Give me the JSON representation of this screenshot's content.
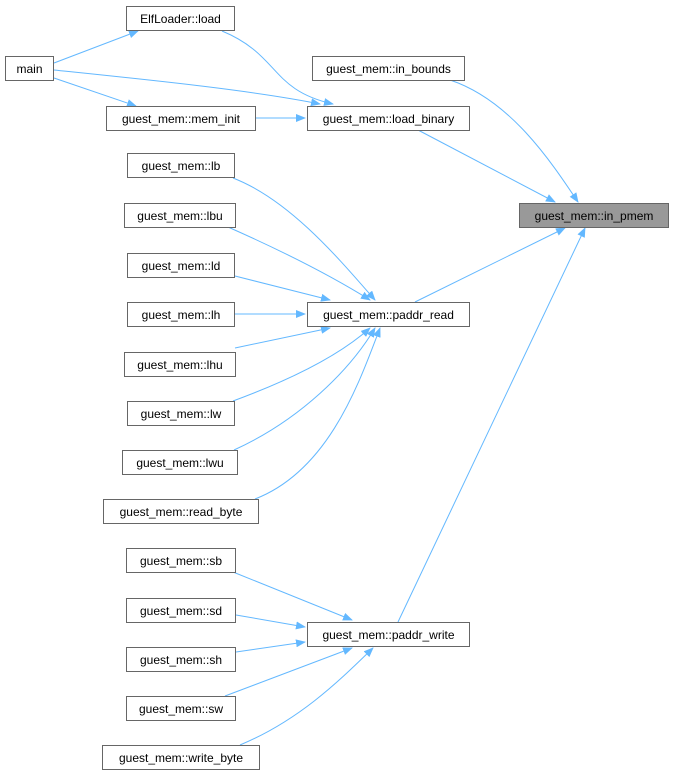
{
  "edge_color": "#63b8ff",
  "nodes": {
    "elfloader_load": "ElfLoader::load",
    "main": "main",
    "in_bounds": "guest_mem::in_bounds",
    "mem_init": "guest_mem::mem_init",
    "load_binary": "guest_mem::load_binary",
    "in_pmem": "guest_mem::in_pmem",
    "lb": "guest_mem::lb",
    "lbu": "guest_mem::lbu",
    "ld": "guest_mem::ld",
    "lh": "guest_mem::lh",
    "lhu": "guest_mem::lhu",
    "lw": "guest_mem::lw",
    "lwu": "guest_mem::lwu",
    "read_byte": "guest_mem::read_byte",
    "paddr_read": "guest_mem::paddr_read",
    "sb": "guest_mem::sb",
    "sd": "guest_mem::sd",
    "sh": "guest_mem::sh",
    "sw": "guest_mem::sw",
    "write_byte": "guest_mem::write_byte",
    "paddr_write": "guest_mem::paddr_write"
  }
}
